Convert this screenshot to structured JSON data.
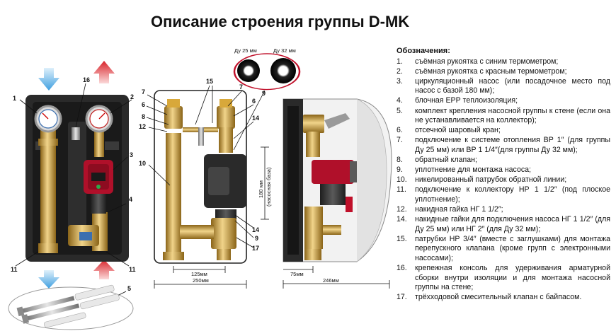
{
  "title": "Описание строения группы D-MK",
  "legend": {
    "heading": "Обозначения:",
    "items": [
      {
        "num": "1.",
        "text": "съёмная рукоятка с синим термометром;"
      },
      {
        "num": "2.",
        "text": "съёмная рукоятка с красным термометром;"
      },
      {
        "num": "3.",
        "text": "циркуляционный насос (или посадочное место под насос с базой 180 мм);"
      },
      {
        "num": "4.",
        "text": "блочная ЕРР теплоизоляция;"
      },
      {
        "num": "5.",
        "text": "комплект крепления насосной группы к стене (если она не устанавливается на коллектор);"
      },
      {
        "num": "6.",
        "text": "отсечной шаровый кран;"
      },
      {
        "num": "7.",
        "text": "подключение к системе отопления ВР 1″ (для группы Ду 25 мм) или ВР 1 1/4″(для группы Ду 32 мм);"
      },
      {
        "num": "8.",
        "text": "обратный клапан;"
      },
      {
        "num": "9.",
        "text": "уплотнение для монтажа насоса;"
      },
      {
        "num": "10.",
        "text": "никелированный патрубок обратной линии;"
      },
      {
        "num": "11.",
        "text": "подключение к коллектору НР 1 1/2″ (под плоское уплотнение);"
      },
      {
        "num": "12.",
        "text": "накидная гайка НГ 1 1/2″;"
      },
      {
        "num": "14.",
        "text": "накидные гайки для подключения насоса НГ 1 1/2″ (для Ду 25 мм) или НГ 2″ (для Ду 32 мм);"
      },
      {
        "num": "15.",
        "text": "патрубки НР 3/4″ (вместе с заглушками) для монтажа перепускного клапана (кроме групп с электронными насосами);"
      },
      {
        "num": "16.",
        "text": "крепежная консоль для удерживания арматурной сборки внутри изоляции и для монтажа насосной группы на стене;"
      },
      {
        "num": "17.",
        "text": "трёхходовой смесительный клапан с байпасом."
      }
    ]
  },
  "diagram": {
    "seal_labels": [
      "Ду 25 мм",
      "Ду 32 мм"
    ],
    "dimensions": {
      "width_left": "250мм",
      "width_inner": "125мм",
      "height_pump": "180 мм",
      "height_pump_note": "(насосная база)",
      "side_offset": "75мм",
      "side_depth": "246мм"
    },
    "callouts": {
      "c1": "1",
      "c2": "2",
      "c3": "3",
      "c4": "4",
      "c5": "5",
      "c6": "6",
      "c7": "7",
      "c8": "8",
      "c9": "9",
      "c10": "10",
      "c11": "11",
      "c12": "12",
      "c14": "14",
      "c15": "15",
      "c16": "16",
      "c17": "17"
    },
    "colors": {
      "insulation": "#2a2a2a",
      "brass": "#c99a3a",
      "pump_red": "#b0102a",
      "flow_blue": "#4aa3e0",
      "flow_red": "#d8232a"
    }
  }
}
